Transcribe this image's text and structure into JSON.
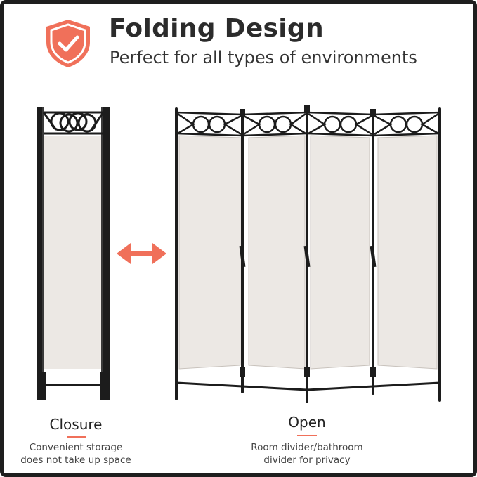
{
  "header": {
    "title": "Folding Design",
    "subtitle": "Perfect for all types of environments"
  },
  "icons": {
    "badge": "shield-check-icon",
    "arrow": "double-arrow-icon"
  },
  "colors": {
    "accent": "#f0705a",
    "frame": "#1e1e1e",
    "fabric": "#ece8e4",
    "text": "#2b2b2b"
  },
  "captions": {
    "closure": {
      "title": "Closure",
      "line1": "Convenient storage",
      "line2": "does not take up space"
    },
    "open": {
      "title": "Open",
      "line1": "Room divider/bathroom",
      "line2": "divider for privacy"
    }
  }
}
